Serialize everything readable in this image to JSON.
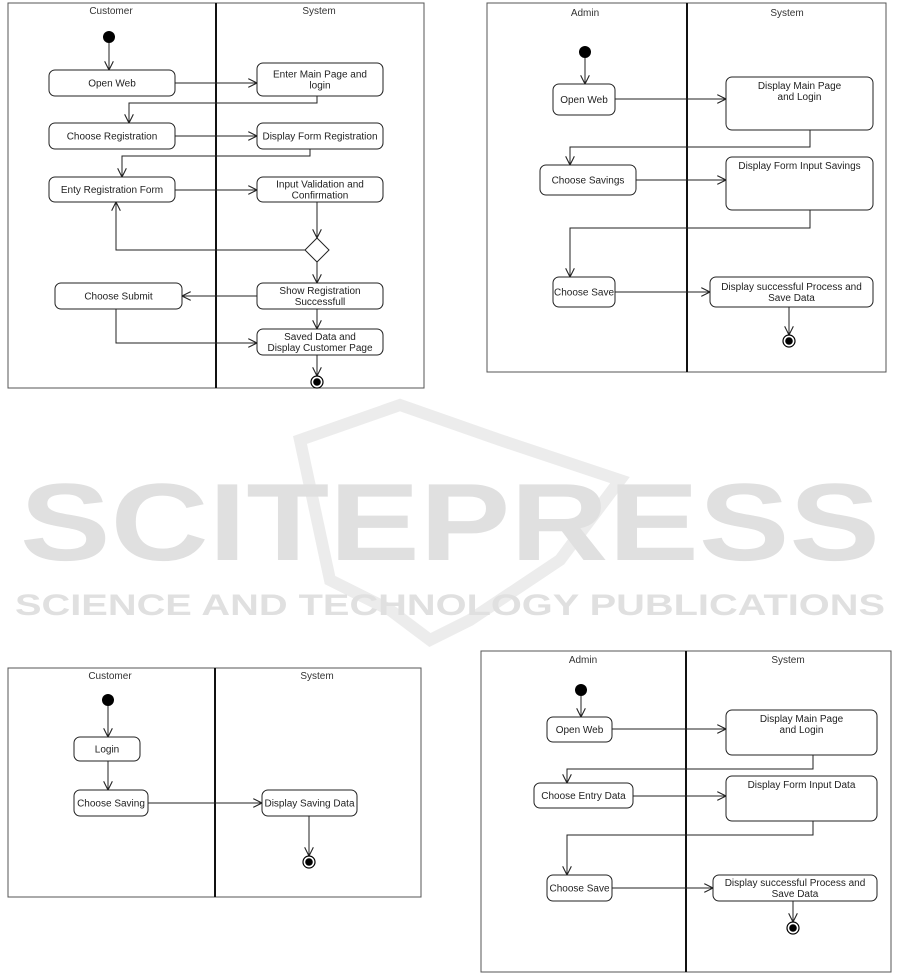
{
  "watermark": {
    "title": "SCITEPRESS",
    "subtitle": "SCIENCE AND TECHNOLOGY PUBLICATIONS"
  },
  "diagrams": [
    {
      "name": "customer-registration",
      "lanes": [
        "Customer",
        "System"
      ],
      "activities": [
        {
          "lines": [
            "Open Web"
          ]
        },
        {
          "lines": [
            "Enter Main Page and",
            "login"
          ]
        },
        {
          "lines": [
            "Choose Registration"
          ]
        },
        {
          "lines": [
            "Display Form Registration"
          ]
        },
        {
          "lines": [
            "Enty Registration Form"
          ]
        },
        {
          "lines": [
            "Input Validation and",
            "Confirmation"
          ]
        },
        {
          "lines": [
            "Choose Submit"
          ]
        },
        {
          "lines": [
            "Show Registration",
            "Successfull"
          ]
        },
        {
          "lines": [
            "Saved Data and",
            "Display Customer Page"
          ]
        }
      ]
    },
    {
      "name": "admin-savings",
      "lanes": [
        "Admin",
        "System"
      ],
      "activities": [
        {
          "lines": [
            "Open Web"
          ]
        },
        {
          "lines": [
            "Display Main Page",
            "and Login"
          ]
        },
        {
          "lines": [
            "Choose Savings"
          ]
        },
        {
          "lines": [
            "Display Form Input Savings"
          ]
        },
        {
          "lines": [
            "Choose Save"
          ]
        },
        {
          "lines": [
            "Display successful Process and",
            "Save Data"
          ]
        }
      ]
    },
    {
      "name": "customer-saving",
      "lanes": [
        "Customer",
        "System"
      ],
      "activities": [
        {
          "lines": [
            "Login"
          ]
        },
        {
          "lines": [
            "Choose Saving"
          ]
        },
        {
          "lines": [
            "Display Saving Data"
          ]
        }
      ]
    },
    {
      "name": "admin-entry-data",
      "lanes": [
        "Admin",
        "System"
      ],
      "activities": [
        {
          "lines": [
            "Open Web"
          ]
        },
        {
          "lines": [
            "Display Main Page",
            "and Login"
          ]
        },
        {
          "lines": [
            "Choose Entry Data"
          ]
        },
        {
          "lines": [
            "Display Form Input Data"
          ]
        },
        {
          "lines": [
            "Choose Save"
          ]
        },
        {
          "lines": [
            "Display successful Process and",
            "Save Data"
          ]
        }
      ]
    }
  ]
}
